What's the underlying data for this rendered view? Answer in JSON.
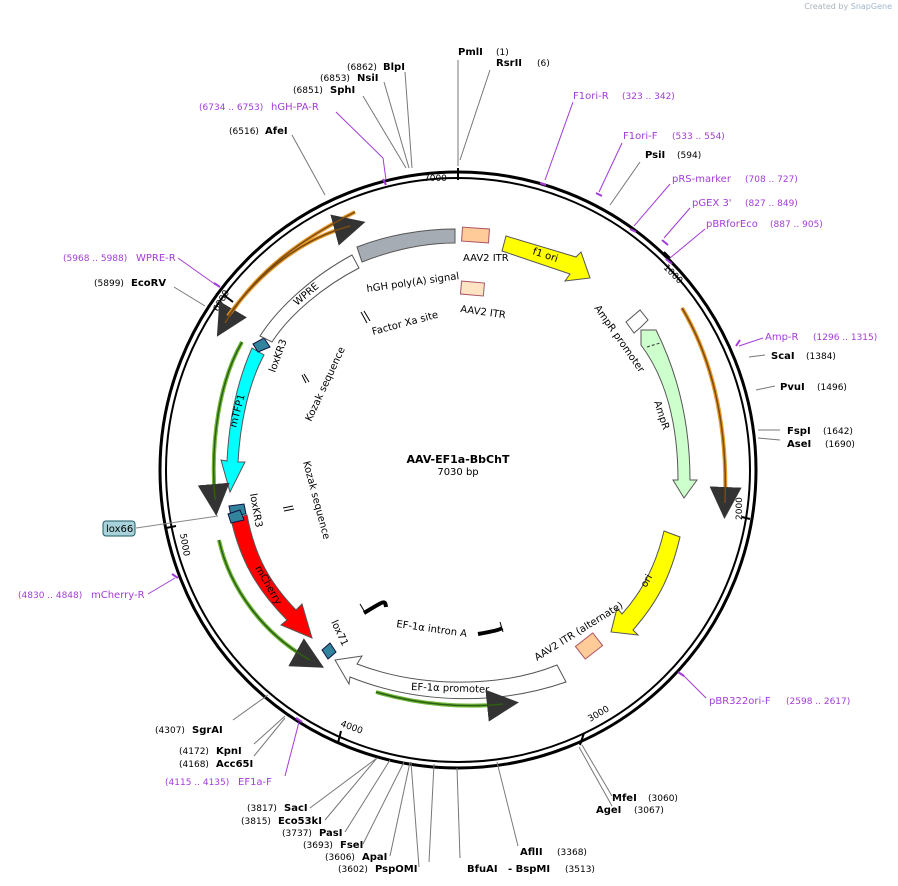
{
  "header": {
    "created_by": "Created by",
    "brand": "SnapGene"
  },
  "plasmid": {
    "name": "AAV-EF1a-BbChT",
    "length": "7030 bp"
  },
  "ticks": [
    "7000",
    "1000",
    "2000",
    "3000",
    "4000",
    "5000",
    "6000"
  ],
  "sites": [
    {
      "name": "PmlI",
      "pos": "(1)"
    },
    {
      "name": "RsrII",
      "pos": "(6)"
    },
    {
      "name": "BlpI",
      "pos": "(6862)"
    },
    {
      "name": "NsiI",
      "pos": "(6853)"
    },
    {
      "name": "SphI",
      "pos": "(6851)"
    },
    {
      "name": "AfeI",
      "pos": "(6516)"
    },
    {
      "name": "EcoRV",
      "pos": "(5899)"
    },
    {
      "name": "PsiI",
      "pos": "(594)"
    },
    {
      "name": "ScaI",
      "pos": "(1384)"
    },
    {
      "name": "PvuI",
      "pos": "(1496)"
    },
    {
      "name": "FspI",
      "pos": "(1642)"
    },
    {
      "name": "AseI",
      "pos": "(1690)"
    },
    {
      "name": "MfeI",
      "pos": "(3060)"
    },
    {
      "name": "AgeI",
      "pos": "(3067)"
    },
    {
      "name": "AflII",
      "pos": "(3368)"
    },
    {
      "name": "BfuAI",
      "pos": ""
    },
    {
      "name": "- BspMI",
      "pos": "(3513)"
    },
    {
      "name": "SgrAI",
      "pos": "(4307)"
    },
    {
      "name": "KpnI",
      "pos": "(4172)"
    },
    {
      "name": "Acc65I",
      "pos": "(4168)"
    },
    {
      "name": "SacI",
      "pos": "(3817)"
    },
    {
      "name": "Eco53kI",
      "pos": "(3815)"
    },
    {
      "name": "PasI",
      "pos": "(3737)"
    },
    {
      "name": "FseI",
      "pos": "(3693)"
    },
    {
      "name": "ApaI",
      "pos": "(3606)"
    },
    {
      "name": "PspOMI",
      "pos": "(3602)"
    }
  ],
  "primers": [
    {
      "name": "hGH-PA-R",
      "pos": "(6734 .. 6753)"
    },
    {
      "name": "F1ori-R",
      "pos": "(323 .. 342)"
    },
    {
      "name": "F1ori-F",
      "pos": "(533 .. 554)"
    },
    {
      "name": "pRS-marker",
      "pos": "(708 .. 727)"
    },
    {
      "name": "pGEX 3'",
      "pos": "(827 .. 849)"
    },
    {
      "name": "pBRforEco",
      "pos": "(887 .. 905)"
    },
    {
      "name": "WPRE-R",
      "pos": "(5968 .. 5988)"
    },
    {
      "name": "Amp-R",
      "pos": "(1296 .. 1315)"
    },
    {
      "name": "pBR322ori-F",
      "pos": "(2598 .. 2617)"
    },
    {
      "name": "mCherry-R",
      "pos": "(4830 .. 4848)"
    },
    {
      "name": "EF1a-F",
      "pos": "(4115 .. 4135)"
    }
  ],
  "features": [
    {
      "name": "AAV2 ITR"
    },
    {
      "name": "f1 ori"
    },
    {
      "name": "AmpR promoter"
    },
    {
      "name": "AmpR"
    },
    {
      "name": "ori"
    },
    {
      "name": "AAV2 ITR (alternate)"
    },
    {
      "name": "EF-1α promoter"
    },
    {
      "name": "EF-1α intron A"
    },
    {
      "name": "lox71"
    },
    {
      "name": "mCherry"
    },
    {
      "name": "loxKR3"
    },
    {
      "name": "mTFP1"
    },
    {
      "name": "loxKR3"
    },
    {
      "name": "WPRE"
    },
    {
      "name": "hGH poly(A) signal"
    },
    {
      "name": "AAV2 ITR"
    },
    {
      "name": "Factor Xa site"
    },
    {
      "name": "Kozak sequence"
    },
    {
      "name": "Kozak sequence"
    },
    {
      "name": "lox66"
    }
  ],
  "colors": {
    "primer": "#a33bd9",
    "ori_yellow": "#ffff00",
    "ampr_green": "#ccffcc",
    "itr": "#ffcc99",
    "mtfp1": "#00ffff",
    "mcherry": "#ff0000",
    "polyA": "#a6acb3",
    "lox": "#31849b",
    "orange_orf": "#e69a2e",
    "green_orf": "#6fb83b"
  }
}
